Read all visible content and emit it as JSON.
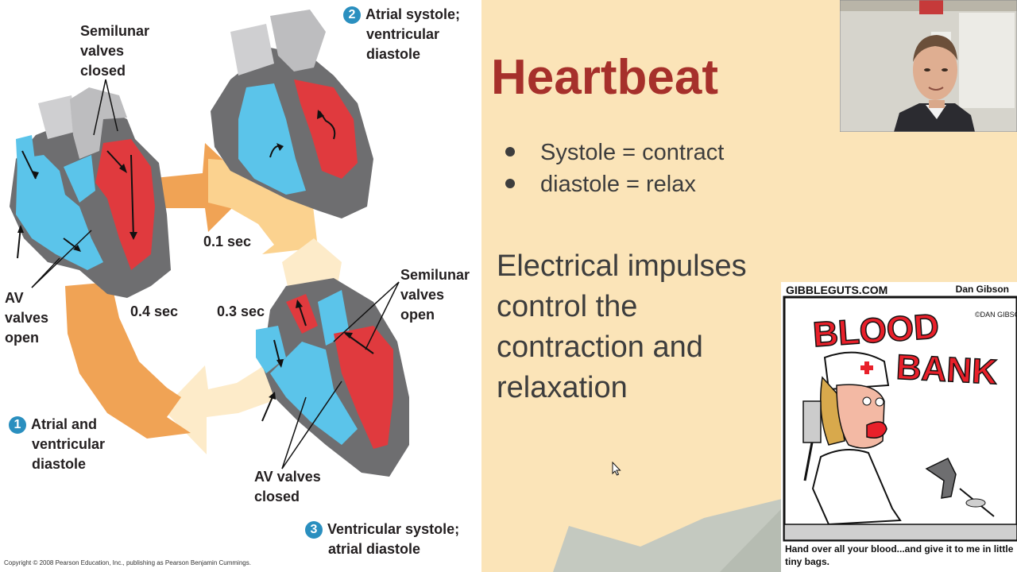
{
  "diagram": {
    "stages": [
      {
        "number": "1",
        "label_line1": "Atrial and",
        "label_line2": "ventricular",
        "label_line3": "diastole"
      },
      {
        "number": "2",
        "label_line1": "Atrial systole;",
        "label_line2": "ventricular",
        "label_line3": "diastole"
      },
      {
        "number": "3",
        "label_line1": "Ventricular systole;",
        "label_line2": "atrial diastole"
      }
    ],
    "labels": {
      "semilunar_closed": [
        "Semilunar",
        "valves",
        "closed"
      ],
      "semilunar_open": [
        "Semilunar",
        "valves",
        "open"
      ],
      "av_open": [
        "AV",
        "valves",
        "open"
      ],
      "av_closed": [
        "AV valves",
        "closed"
      ]
    },
    "times": {
      "t1": "0.1 sec",
      "t2": "0.3 sec",
      "t3": "0.4 sec"
    },
    "copyright": "Copyright © 2008 Pearson Education, Inc., publishing as Pearson Benjamin Cummings."
  },
  "slide": {
    "title": "Heartbeat",
    "bullets": [
      "Systole = contract",
      "diastole = relax"
    ],
    "body_lines": [
      "Electrical impulses",
      "control the",
      "contraction and",
      "relaxation"
    ]
  },
  "cartoon": {
    "site": "GIBBLEGUTS.COM",
    "author": "Dan Gibson",
    "signature": "©DAN GIBSON",
    "sign_word1": "BLOOD",
    "sign_word2": "BANK",
    "caption": "Hand over all your blood...and give it to me in little tiny bags."
  },
  "colors": {
    "slide_bg": "#fbe4b8",
    "title": "#a6302b",
    "body_text": "#3d3d3d",
    "blood_blue": "#5bc4ea",
    "blood_red": "#e03a3e",
    "heart_gray": "#6e6e70",
    "arrow_orange": "#f0a355",
    "arrow_light": "#fde1ae",
    "stage_badge": "#2a8fbf",
    "cartoon_red": "#e8202a"
  }
}
